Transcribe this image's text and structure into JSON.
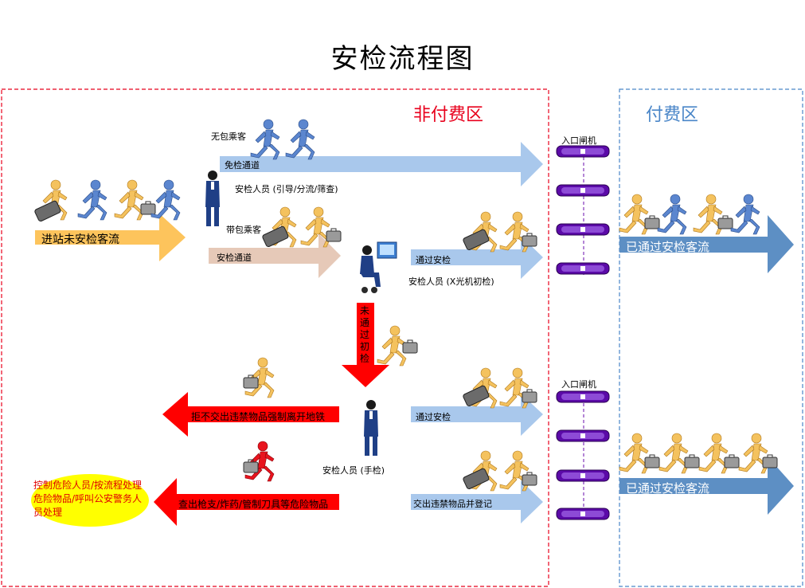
{
  "title": "安检流程图",
  "zones": {
    "non_paid": "非付费区",
    "paid": "付费区"
  },
  "labels": {
    "no_bag": "无包乘客",
    "exempt_channel": "免检通道",
    "guide_staff": "安检人员 (引导/分流/筛查)",
    "with_bag": "带包乘客",
    "security_channel": "安检通道",
    "entering_flow": "进站未安检客流",
    "pass_1": "通过安检",
    "xray_staff": "安检人员 (X光机初检)",
    "fail_initial": "未通过初检",
    "refuse": "拒不交出违禁物品强制离开地铁",
    "pass_2": "通过安检",
    "hand_staff": "安检人员 (手检)",
    "found_danger": "查出枪支/炸药/管制刀具等危险物品",
    "surrender": "交出违禁物品并登记",
    "control": "控制危险人员/按流程处理危险物品/呼叫公安警务人员处理",
    "gate_1": "入口闸机",
    "gate_2": "入口闸机",
    "passed_flow_1": "已通过安检客流",
    "passed_flow_2": "已通过安检客流"
  },
  "colors": {
    "zone_non_paid": "#e8001c",
    "zone_paid": "#4a86c8",
    "arrow_orange": "#fdc45c",
    "arrow_lightblue": "#a9c8ec",
    "arrow_pink": "#e6c9b8",
    "arrow_red": "#ff0000",
    "arrow_steel": "#5d8fc4",
    "ellipse_yellow": "#ffff00",
    "gate_purple": "#6a0dad"
  }
}
